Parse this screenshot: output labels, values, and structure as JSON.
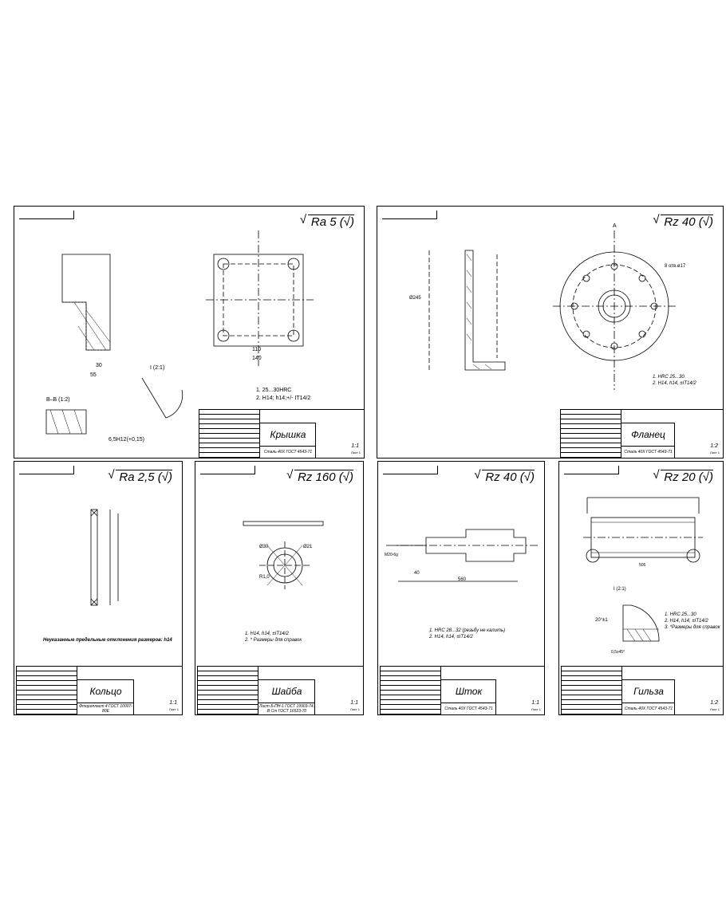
{
  "sheets": [
    {
      "title": "Крышка",
      "roughness": "Ra 5 (√)",
      "material": "Сталь 40Х ГОСТ 4543-71",
      "scale": "1:1",
      "sheet_label": "Лист 1",
      "notes": [
        "1. 25...30HRC",
        "2. H14; h14;+/- IT14/2"
      ],
      "labels": [
        "В–В (1:2)",
        "I (2:1)",
        "6,5H12(+0,15)",
        "110",
        "140",
        "55",
        "30"
      ]
    },
    {
      "title": "Фланец",
      "roughness": "Rz 40 (√)",
      "material": "Сталь 40Х ГОСТ 4543-71",
      "scale": "1:2",
      "sheet_label": "Лист 1",
      "notes": [
        "1. HRC 25...30",
        "2. H14, h14, ±IT14/2"
      ],
      "labels": [
        "А",
        "8 отв.ø17",
        "Ø245"
      ]
    },
    {
      "title": "Кольцо",
      "roughness": "Ra 2,5 (√)",
      "material": "Фторопласт 4 ГОСТ 10007-80Е",
      "scale": "1:1",
      "sheet_label": "Лист 1",
      "notes": [
        "Неуказанные предельные отклонения размеров: h14"
      ],
      "labels": []
    },
    {
      "title": "Шайба",
      "roughness": "Rz 160 (√)",
      "material": "Лист Б-ПН-1 ГОСТ 19903-74, В Ст ГОСТ 16523-70",
      "scale": "1:1",
      "sheet_label": "Лист 1",
      "notes": [
        "1. H14, h14, ±IT14/2",
        "2. * Размеры для справок"
      ],
      "labels": [
        "Ø30",
        "Ø21",
        "R1,0"
      ]
    },
    {
      "title": "Шток",
      "roughness": "Rz 40 (√)",
      "material": "Сталь 40Х ГОСТ 4543-71",
      "scale": "1:1",
      "sheet_label": "Лист 1",
      "notes": [
        "1. HRC 28...32 (резьбу не калить)",
        "2. H14, h14, ±IT14/2"
      ],
      "labels": [
        "560",
        "40",
        "M20-6g"
      ]
    },
    {
      "title": "Гильза",
      "roughness": "Rz 20 (√)",
      "material": "Сталь 40Х ГОСТ 4543-71",
      "scale": "1:2",
      "sheet_label": "Лист 1",
      "notes": [
        "1. HRC 25...30",
        "2. H14, h14, ±IT14/2",
        "3. *Размеры для справок"
      ],
      "labels": [
        "I (2:1)",
        "20°±1",
        "0,5х45°",
        "505"
      ]
    }
  ]
}
